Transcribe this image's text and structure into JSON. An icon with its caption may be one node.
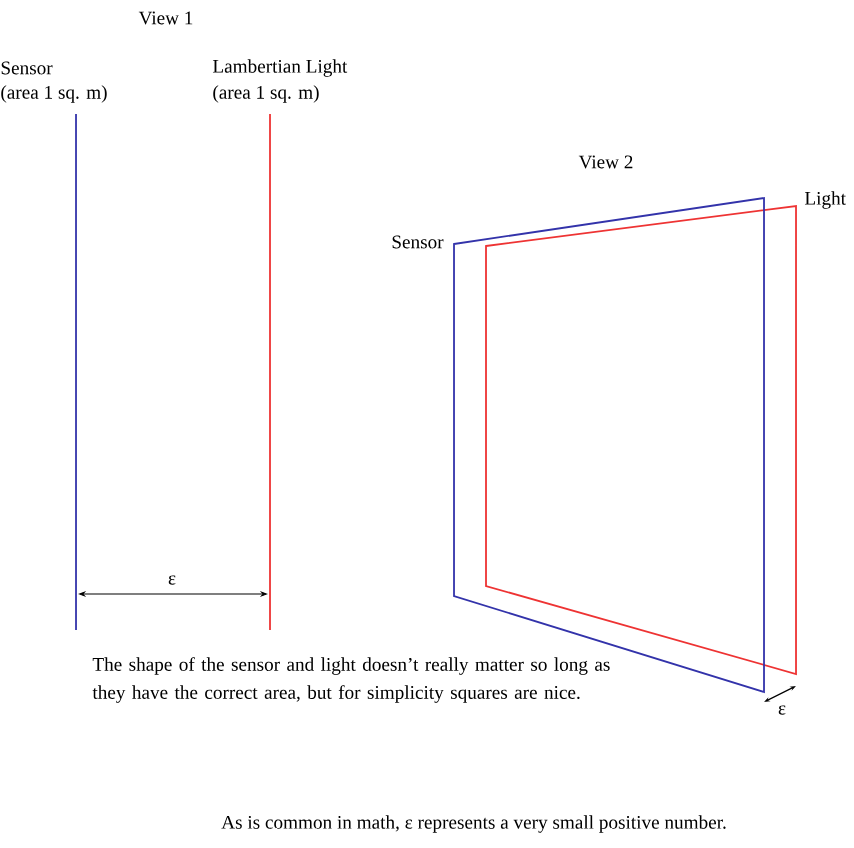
{
  "diagram": {
    "labels": [
      "View 1",
      "Sensor",
      "(area 1 sq. m)",
      "Lambertian Light",
      "(area 1 sq. m)",
      "View 2",
      "Light",
      "Sensor",
      "ε",
      "ε",
      "The shape of the sensor and light doesn’t really matter so long as they have the correct area, but for simplicity squares are nice.",
      "As is common in math, ε represents a very small positive number."
    ]
  }
}
